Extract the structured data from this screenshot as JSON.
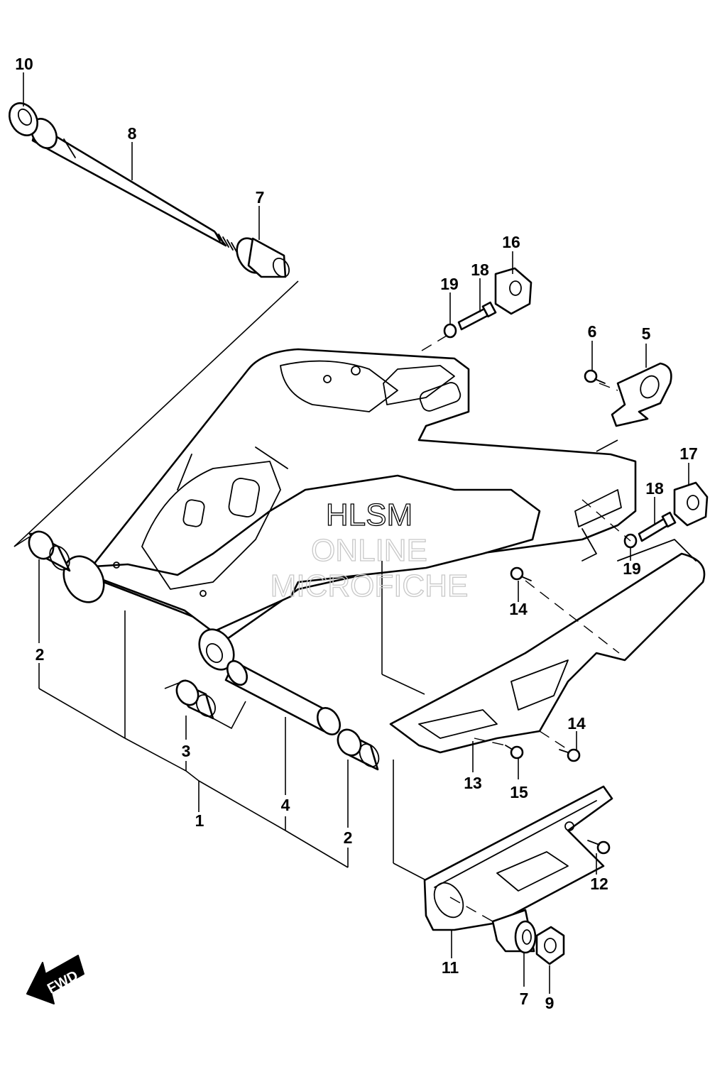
{
  "callouts": {
    "c10": "10",
    "c8": "8",
    "c7_top": "7",
    "c16": "16",
    "c18_top": "18",
    "c19_top": "19",
    "c6": "6",
    "c5": "5",
    "c17": "17",
    "c18_right": "18",
    "c19_right": "19",
    "c2_left": "2",
    "c14_top": "14",
    "c3": "3",
    "c14_right": "14",
    "c13": "13",
    "c15": "15",
    "c1": "1",
    "c4": "4",
    "c2_right": "2",
    "c12": "12",
    "c11": "11",
    "c7_bottom": "7",
    "c9": "9"
  },
  "watermark": {
    "line1": "HLSM",
    "line2": "ONLINE",
    "line3": "MICROFICHE"
  },
  "fwd_label": "FWD",
  "colors": {
    "ink": "#000000",
    "paper": "#ffffff",
    "watermark": "#c8c8c8"
  }
}
